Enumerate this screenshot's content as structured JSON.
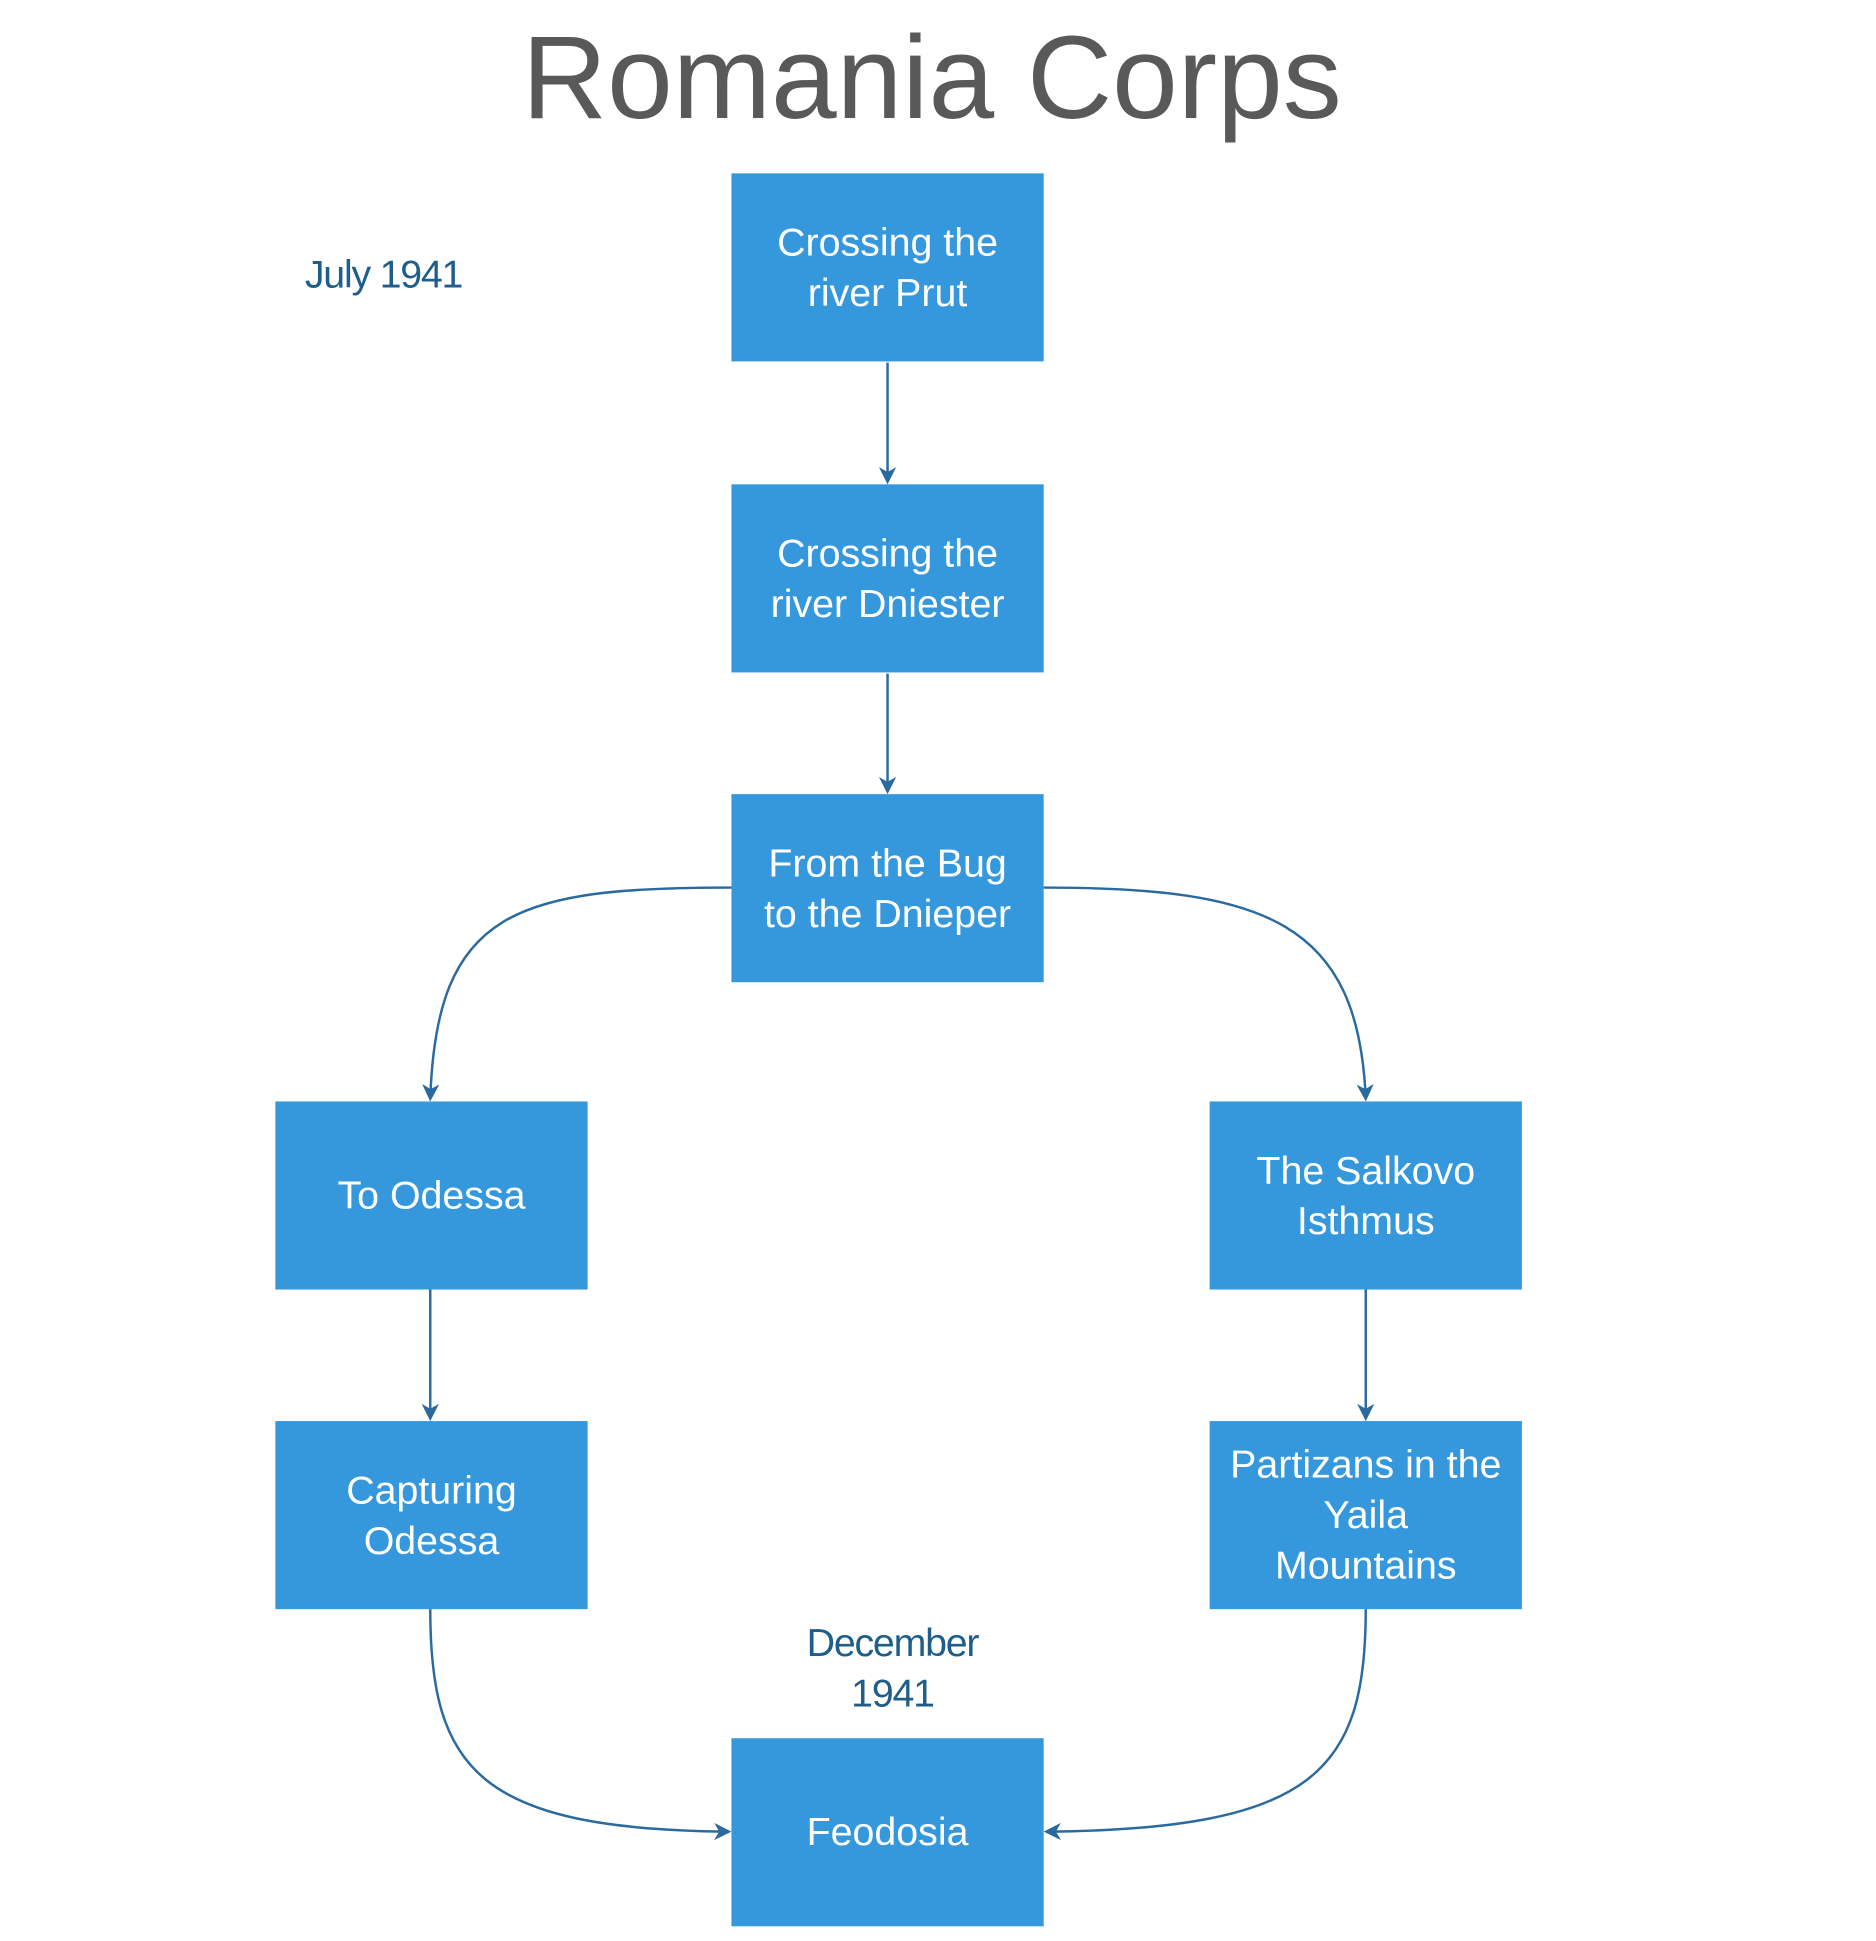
{
  "title": "Romania Corps",
  "labels": {
    "start_date": "July 1941",
    "end_date": "December\n1941"
  },
  "nodes": {
    "prut": "Crossing the\nriver Prut",
    "dniester": "Crossing the\nriver Dniester",
    "bug": "From the  Bug\nto the Dnieper",
    "odessa": "To Odessa",
    "salkovo": "The Salkovo\nIsthmus",
    "capture": "Capturing\nOdessa",
    "yaila": "Partizans in the\nYaila\nMountains",
    "feodosia": "Feodosia"
  },
  "edges": [
    {
      "from": "prut",
      "to": "dniester"
    },
    {
      "from": "dniester",
      "to": "bug"
    },
    {
      "from": "bug",
      "to": "odessa"
    },
    {
      "from": "bug",
      "to": "salkovo"
    },
    {
      "from": "odessa",
      "to": "capture"
    },
    {
      "from": "salkovo",
      "to": "yaila"
    },
    {
      "from": "capture",
      "to": "feodosia"
    },
    {
      "from": "yaila",
      "to": "feodosia"
    }
  ],
  "colors": {
    "node_fill": "#3598dc",
    "node_text": "#ffffff",
    "edge": "#2a6a9e",
    "title": "#595959",
    "date_label": "#1f5d8a"
  }
}
